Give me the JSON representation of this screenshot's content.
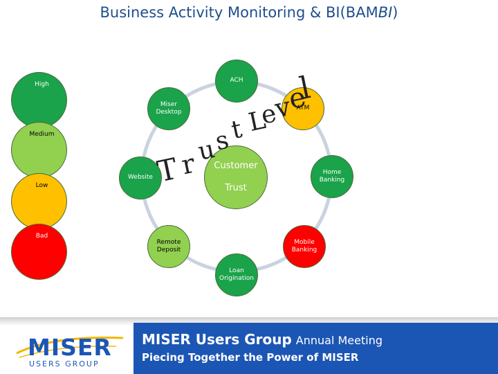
{
  "title": {
    "main": "Business Activity Monitoring & BI(BAM",
    "italic": "BI",
    "close": ")"
  },
  "legend": [
    {
      "label": "High",
      "color": "#1aa34a"
    },
    {
      "label": "Medium",
      "color": "#92d050"
    },
    {
      "label": "Low",
      "color": "#ffc000"
    },
    {
      "label": "Bad",
      "color": "#ff0000"
    }
  ],
  "center": {
    "line1": "Customer",
    "line2": "Trust",
    "color": "#92d050"
  },
  "nodes": [
    {
      "label": "ACH",
      "color": "#1aa34a"
    },
    {
      "label": "ATM",
      "color": "#ffc000"
    },
    {
      "label": "Home Banking",
      "color": "#1aa34a"
    },
    {
      "label": "Mobile Banking",
      "color": "#ff0000"
    },
    {
      "label": "Loan Origination",
      "color": "#1aa34a"
    },
    {
      "label": "Remote Deposit",
      "color": "#92d050"
    },
    {
      "label": "Website",
      "color": "#1aa34a"
    },
    {
      "label": "Miser Desktop",
      "color": "#1aa34a"
    }
  ],
  "trust_level_text": "Trust Level",
  "footer": {
    "logo_text": "MISER",
    "logo_sub": "USERS GROUP",
    "line1_bold": "MISER Users Group",
    "line1_rest": "Annual Meeting",
    "line2": "Piecing Together the Power of MISER"
  }
}
